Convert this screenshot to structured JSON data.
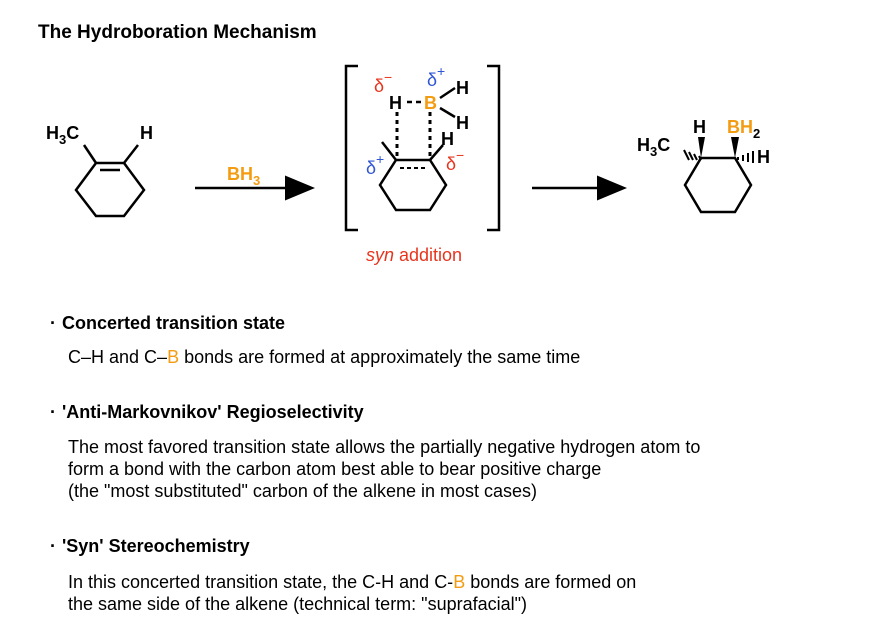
{
  "title": "The Hydroboration Mechanism",
  "colors": {
    "boron": "#f39c12",
    "delta_minus": "#e8341c",
    "delta_plus": "#2f55d4",
    "syn_label": "#e8341c"
  },
  "scheme": {
    "reactant": {
      "ch3": "H",
      "ch3_sub": "3",
      "ch3_c": "C",
      "h": "H"
    },
    "reagent": {
      "label": "BH",
      "sub": "3"
    },
    "transition_state": {
      "delta": "δ",
      "minus": "−",
      "plus": "+",
      "h": "H",
      "b": "B",
      "caption_italic": "syn",
      "caption_rest": " addition"
    },
    "product": {
      "ch3": "H",
      "ch3_sub": "3",
      "ch3_c": "C",
      "h": "H",
      "bh2": "BH",
      "bh2_sub": "2"
    }
  },
  "points": [
    {
      "bullet": "·",
      "heading": "Concerted transition state",
      "text_a": "C–H and C–",
      "text_b": "B",
      "text_c": " bonds are formed at approximately the same time"
    },
    {
      "bullet": "·",
      "heading": "'Anti-Markovnikov' Regioselectivity",
      "lines": [
        "The  most favored transition state allows the partially negative hydrogen atom to",
        "form a bond with the carbon atom best able to bear positive charge",
        "(the \"most substituted\" carbon of the alkene  in most cases)"
      ]
    },
    {
      "bullet": "·",
      "heading": "'Syn' Stereochemistry",
      "line1_a": "In this concerted transition state, the C-H and C-",
      "line1_b": "B",
      "line1_c": " bonds are formed on",
      "line2": "the same side of the alkene (technical term: \"suprafacial\")"
    }
  ]
}
